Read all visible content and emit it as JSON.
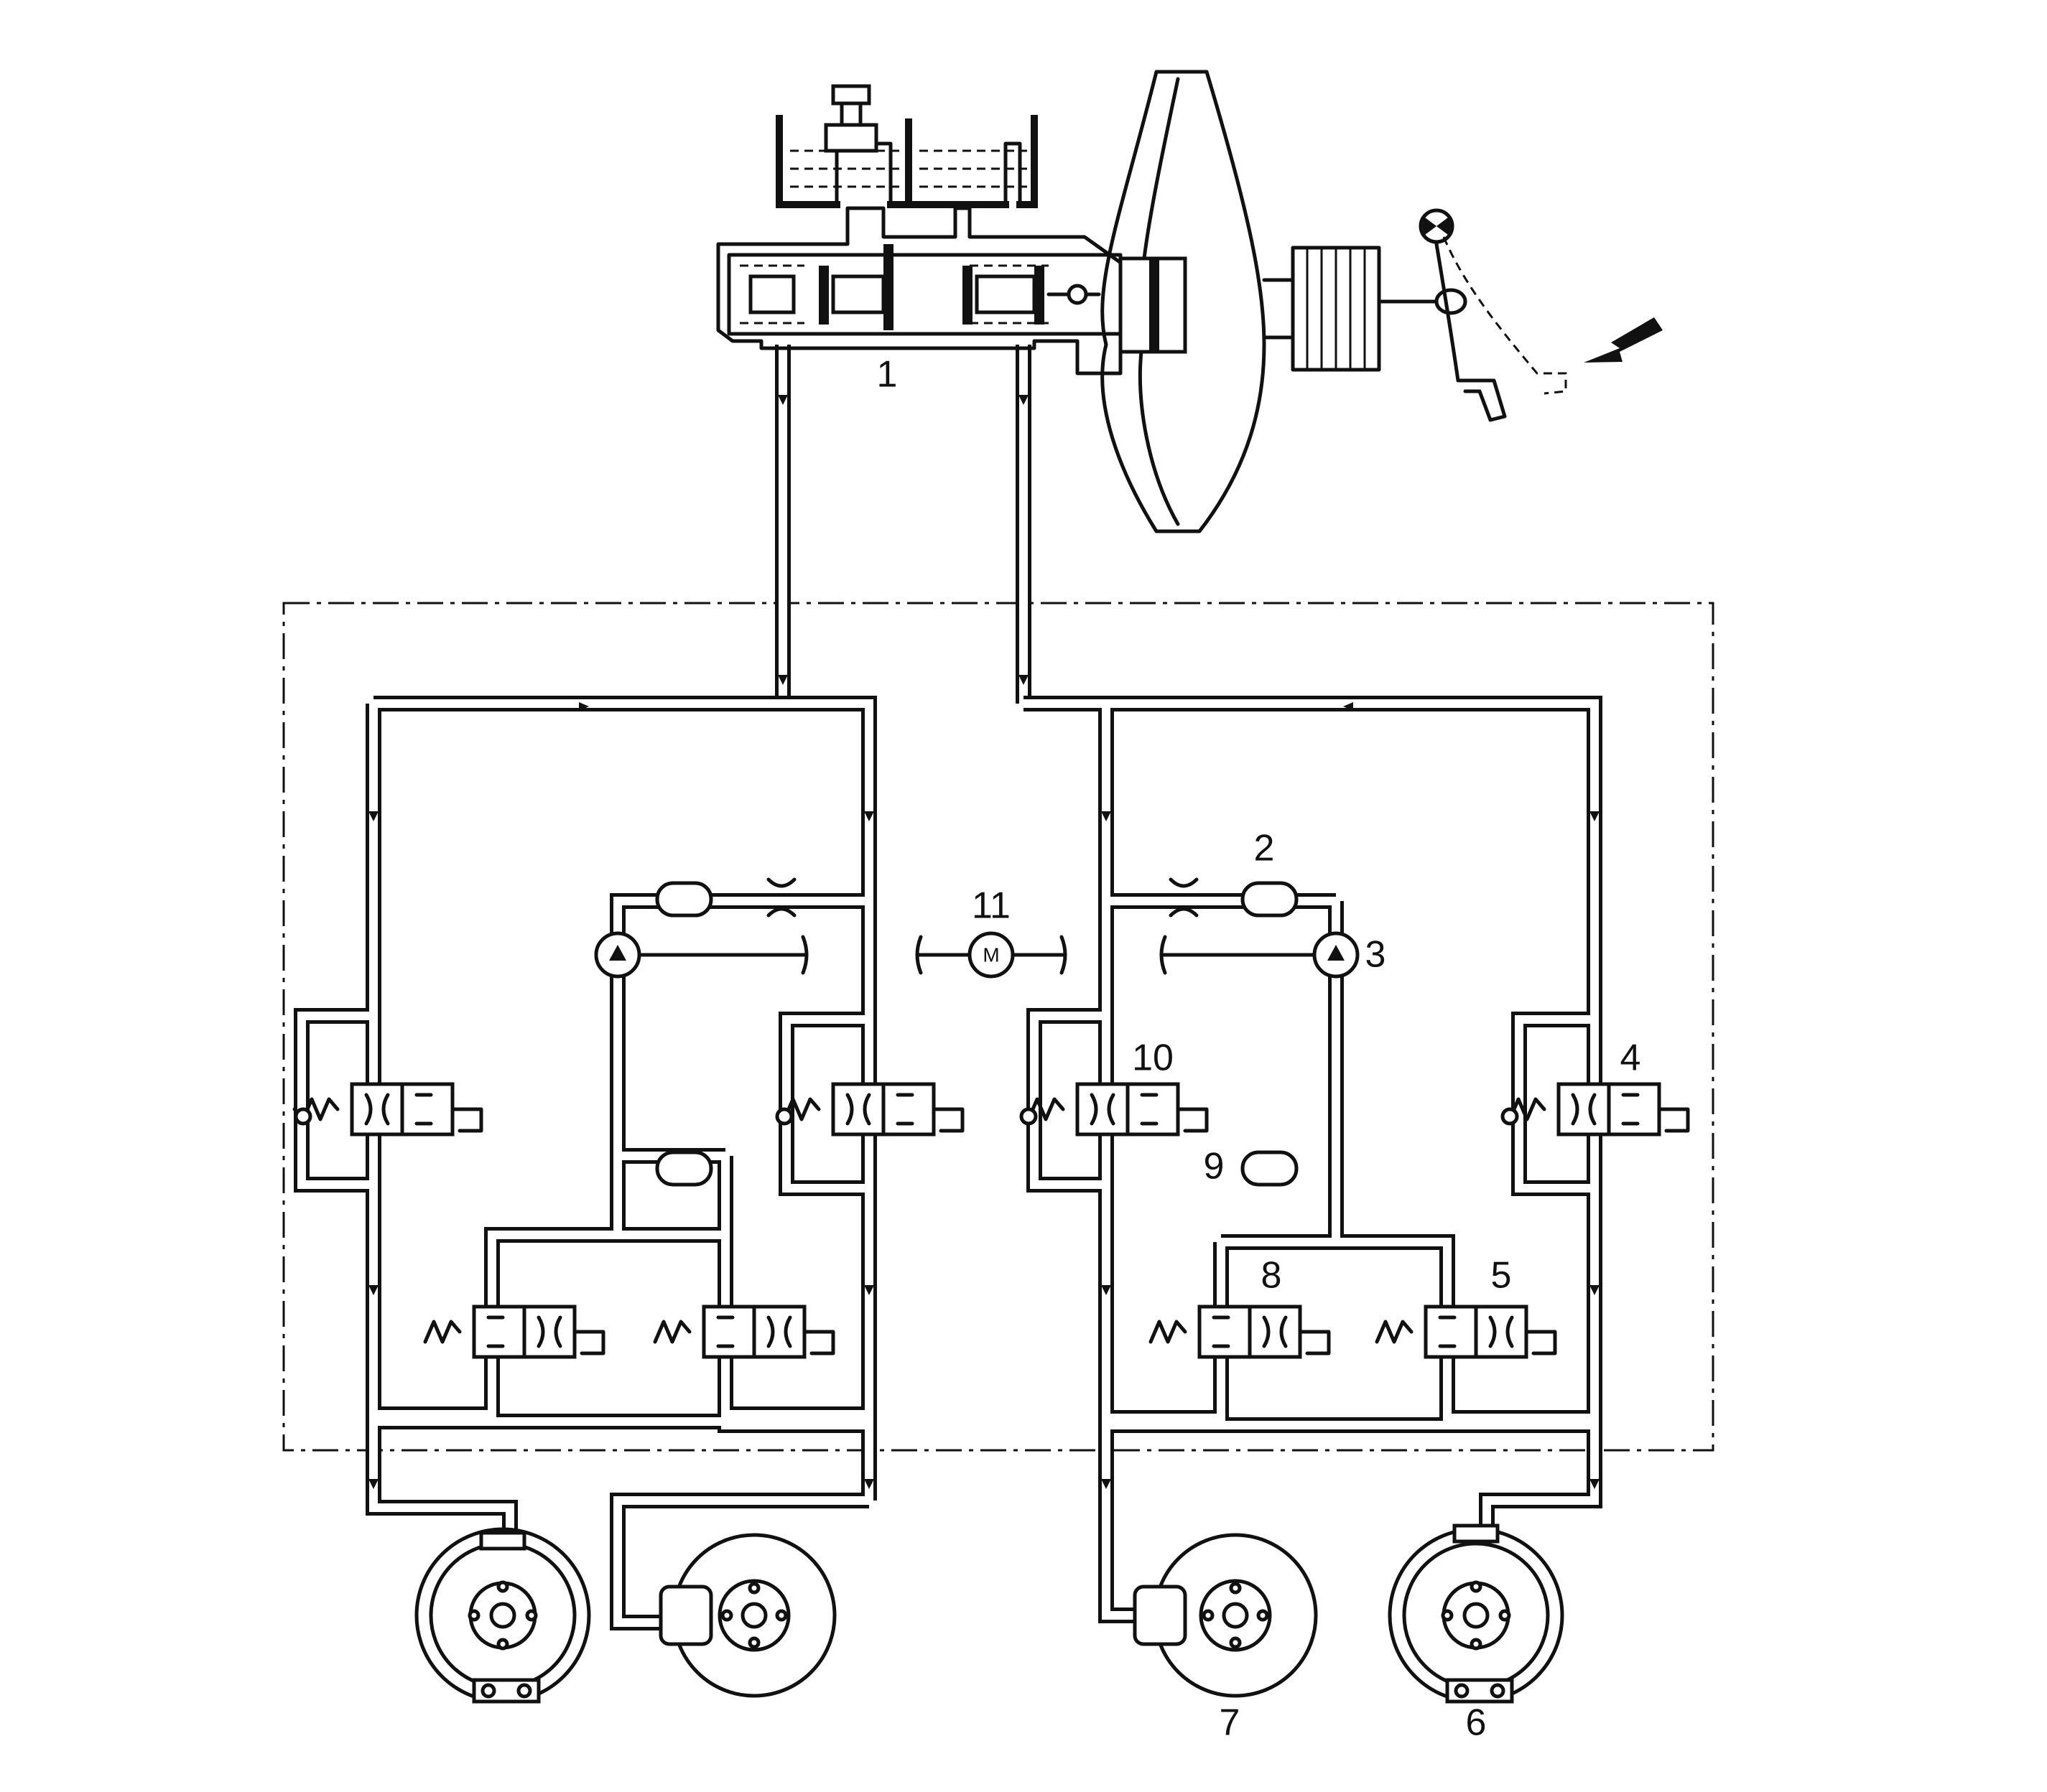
{
  "diagram": {
    "colors": {
      "ink": "#111111",
      "background": "#ffffff"
    },
    "callouts": {
      "master_cylinder": "1",
      "accumulator": "2",
      "pump": "3",
      "inlet_valve": "4",
      "outlet_valve": "5",
      "rear_drum_brake": "6",
      "front_disc_brake": "7",
      "outlet_valve_2": "8",
      "damper_chamber": "9",
      "isolation_valve": "10",
      "pump_motor": "11"
    },
    "motor_symbol": "M",
    "icons": [
      "pedal-force-arrow-icon",
      "motor-icon",
      "pump-icon",
      "spring-icon",
      "solenoid-icon"
    ]
  }
}
